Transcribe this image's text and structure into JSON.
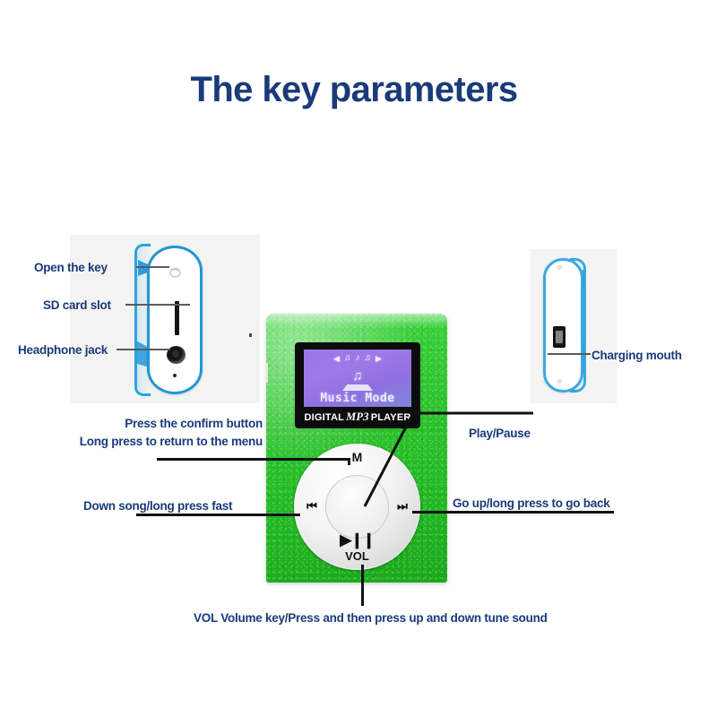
{
  "page": {
    "title": "The key parameters",
    "background_color": "#ffffff",
    "text_color": "#1b3a7a",
    "accent_green": "#2ec42e",
    "accent_blue": "#2196d6",
    "screen_purple": "#9b76e6"
  },
  "left_panel": {
    "name": "side-edge-view",
    "callouts": [
      {
        "id": "open-the-key",
        "label": "Open the key"
      },
      {
        "id": "sd-card-slot",
        "label": "SD card slot"
      },
      {
        "id": "headphone-jack",
        "label": "Headphone jack"
      }
    ]
  },
  "right_panel": {
    "name": "opposite-edge-view",
    "callouts": [
      {
        "id": "charging-mouth",
        "label": "Charging mouth"
      }
    ]
  },
  "device": {
    "brand_prefix": "DIGITAL",
    "brand_mark": "MP3",
    "brand_suffix": "PLAYER",
    "screen": {
      "mode_text": "Music Mode",
      "topbar_left_arrow": "◀",
      "topbar_right_arrow": "▶",
      "topbar_icons": [
        "♫",
        "♪",
        "♫"
      ],
      "center_note": "♫"
    },
    "wheel": {
      "menu_key": "M",
      "volume_key": "VOL",
      "prev_key": "⏮",
      "next_key": "⏭",
      "play_pause_key": "▶❙❙"
    }
  },
  "annotations": [
    {
      "id": "confirm-button",
      "line1": "Press the confirm button",
      "line2": "Long press to return to the menu"
    },
    {
      "id": "play-pause",
      "label": "Play/Pause"
    },
    {
      "id": "down-song",
      "label": "Down song/long press fast"
    },
    {
      "id": "go-up",
      "label": "Go up/long press to go back"
    },
    {
      "id": "volume-key",
      "label": "VOL Volume key/Press and then press up and down tune sound"
    }
  ]
}
